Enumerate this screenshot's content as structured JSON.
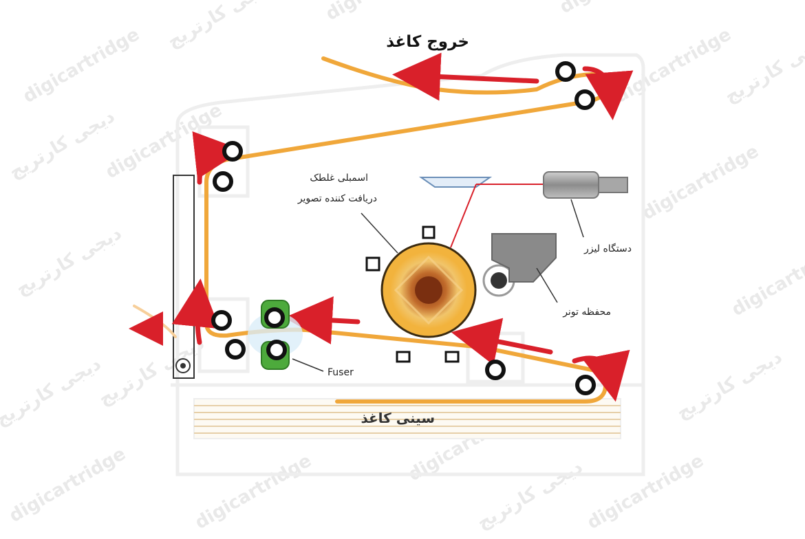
{
  "labels": {
    "output": "خروج کاغذ",
    "drum_line1": "اسمبلی غلطک",
    "drum_line2": "دریافت کننده تصویر",
    "laser": "دستگاه لیزر",
    "toner": "محفظه تونر",
    "fuser": "Fuser",
    "tray": "سینی کاغذ"
  },
  "watermark": {
    "latin": "digicartridge",
    "persian": "دیجی کارتریج"
  },
  "colors": {
    "paper_path": "#f0a73a",
    "arrow": "#d9202a",
    "laser_beam": "#d9202a",
    "drum_outer": "#f2b33d",
    "drum_core": "#b5551e",
    "fuser": "#4daa3c",
    "toner": "#8a8a8a"
  }
}
